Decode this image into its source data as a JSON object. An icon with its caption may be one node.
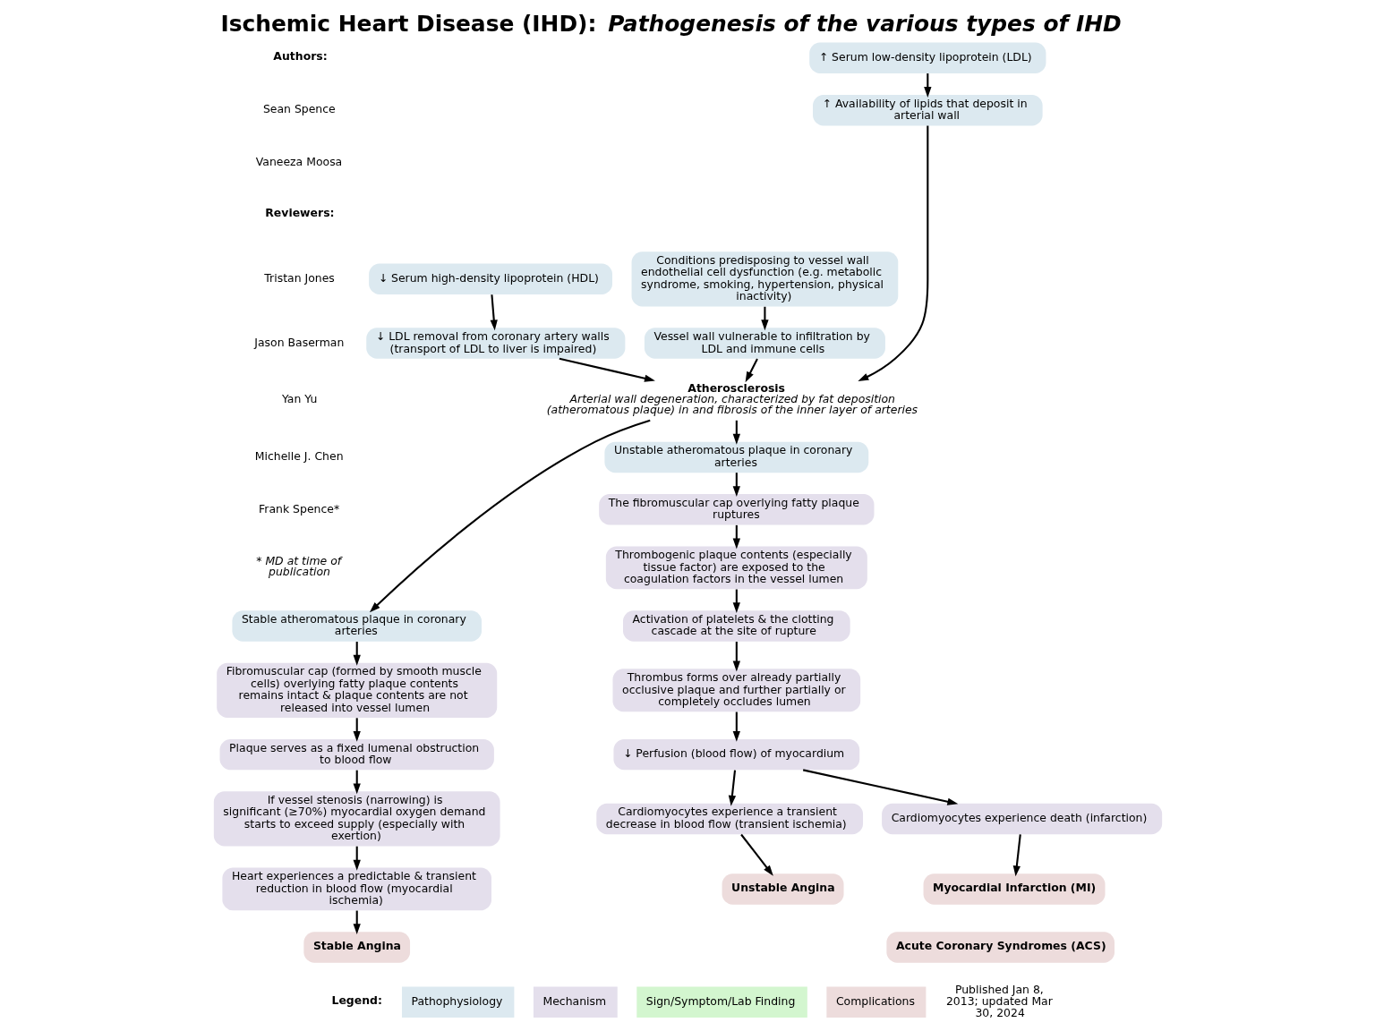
{
  "diagram": {
    "title": "Ischemic Heart Disease (IHD): *Pathogenesis of the various types of IHD*",
    "nodes": [
      {
        "text": [
          "↑ Serum low-density lipoprotein (LDL)"
        ]
      },
      {
        "text": [
          "↓ Serum high-density lipoprotein (HDL)"
        ]
      },
      {
        "text": [
          "Conditions predisposing to vessel wall endothelial cell dysfunction (e.g. metabolic syndrome, smoking, hypertension, physical inactivity)"
        ]
      },
      {
        "text": [
          "↑ Availability of lipids that deposit in arterial wall"
        ]
      },
      {
        "text": [
          "↓ LDL removal from coronary artery walls (transport of LDL to liver is impaired)"
        ]
      },
      {
        "text": [
          "Vessel wall vulnerable to infiltration by LDL and immune cells"
        ]
      },
      {
        "text": [
          "Atherosclerosis",
          "Arterial wall degeneration, characterized by fat deposition (atheromatous plaque) in and fibrosis of the inner layer of arteries"
        ]
      },
      {
        "text": [
          "Stable atheromatous plaque in coronary arteries"
        ]
      },
      {
        "text": [
          "Unstable atheromatous plaque in coronary arteries"
        ]
      },
      {
        "text": [
          "Fibromuscular cap (formed by smooth muscle cells) overlying fatty plaque contents remains intact & plaque contents are not released into vessel lumen"
        ]
      },
      {
        "text": [
          "The fibromuscular cap overlying fatty plaque ruptures"
        ]
      },
      {
        "text": [
          "Thrombogenic plaque contents (especially tissue factor) are exposed to the coagulation factors in the vessel lumen"
        ]
      },
      {
        "text": [
          "Plaque serves as a fixed lumenal obstruction to blood flow"
        ]
      },
      {
        "text": [
          "Activation of platelets & the clotting cascade at the site of rupture"
        ]
      },
      {
        "text": [
          "If vessel stenosis (narrowing) is significant (≥70%) myocardial oxygen demand starts to exceed supply (especially with exertion)"
        ]
      },
      {
        "text": [
          "Thrombus forms over already partially occlusive plaque and further partially or completely occludes lumen"
        ]
      },
      {
        "text": [
          "Heart experiences a predictable & transient reduction in blood flow (myocardial ischemia)"
        ]
      },
      {
        "text": [
          "↓ Perfusion (blood flow) of myocardium"
        ]
      },
      {
        "text": [
          "Stable Angina"
        ]
      },
      {
        "text": [
          "Cardiomyocytes experience a transient decrease in blood flow (transient ischemia)"
        ]
      },
      {
        "text": [
          "Cardiomyocytes experience death (infarction)"
        ]
      },
      {
        "text": [
          "Unstable Angina"
        ]
      },
      {
        "text": [
          "Myocardial Infarction (MI)"
        ]
      },
      {
        "text": [
          "Acute Coronary Syndromes (ACS)"
        ]
      }
    ],
    "edges": [
      {
        "from": 0,
        "to": 3,
        "arrow": "to"
      },
      {
        "from": 1,
        "to": 4,
        "arrow": "to"
      },
      {
        "from": 2,
        "to": 5,
        "arrow": "to"
      },
      {
        "from": 3,
        "to": 6,
        "arrow": "to"
      },
      {
        "from": 4,
        "to": 6,
        "arrow": "to"
      },
      {
        "from": 5,
        "to": 6,
        "arrow": "to"
      },
      {
        "from": 6,
        "to": 7,
        "arrow": "to"
      },
      {
        "from": 6,
        "to": 8,
        "arrow": "to"
      },
      {
        "from": 7,
        "to": 9,
        "arrow": "to"
      },
      {
        "from": 9,
        "to": 12,
        "arrow": "to"
      },
      {
        "from": 12,
        "to": 14,
        "arrow": "to"
      },
      {
        "from": 14,
        "to": 16,
        "arrow": "to"
      },
      {
        "from": 16,
        "to": 18,
        "arrow": "to"
      },
      {
        "from": 8,
        "to": 10,
        "arrow": "to"
      },
      {
        "from": 10,
        "to": 11,
        "arrow": "to"
      },
      {
        "from": 11,
        "to": 13,
        "arrow": "to"
      },
      {
        "from": 13,
        "to": 15,
        "arrow": "to"
      },
      {
        "from": 15,
        "to": 17,
        "arrow": "to"
      },
      {
        "from": 17,
        "to": 19,
        "arrow": "to"
      },
      {
        "from": 17,
        "to": 20,
        "arrow": "to"
      },
      {
        "from": 19,
        "to": 21,
        "arrow": "to"
      },
      {
        "from": 20,
        "to": 22,
        "arrow": "to"
      }
    ],
    "labels": [
      "Authors:",
      "Sean Spence",
      "Vaneeza Moosa",
      "Reviewers:",
      "Tristan Jones",
      "Jason Baserman",
      "Yan Yu",
      "Michelle J. Chen",
      "Frank Spence*",
      "* MD at time of publication",
      "Legend:",
      "Published Jan 8, 2013; updated Mar 30, 2024"
    ],
    "legend": [
      {
        "text": "Pathophysiology",
        "color": "#dce9f0"
      },
      {
        "text": "Mechanism",
        "color": "#e4dfec"
      },
      {
        "text": "Sign/Symptom/Lab Finding",
        "color": "#d3f6cf"
      },
      {
        "text": "Complications",
        "color": "#eddcdc"
      }
    ]
  }
}
